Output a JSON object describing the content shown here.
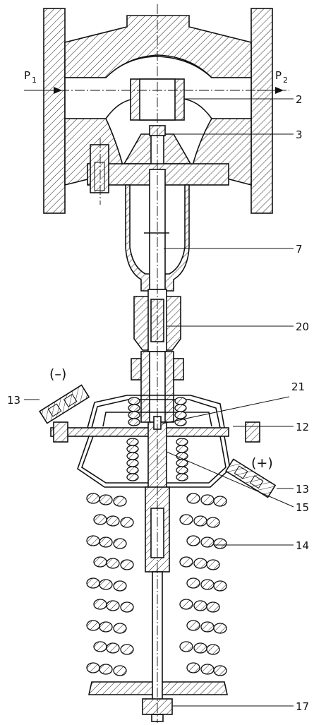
{
  "labels": {
    "p1": {
      "main": "P",
      "sub": "1"
    },
    "p2": {
      "main": "P",
      "sub": "2"
    },
    "minus": "(–)",
    "plus": "(+)",
    "parts": [
      "2",
      "3",
      "7",
      "20",
      "21",
      "13",
      "12",
      "13",
      "15",
      "14",
      "17"
    ]
  }
}
